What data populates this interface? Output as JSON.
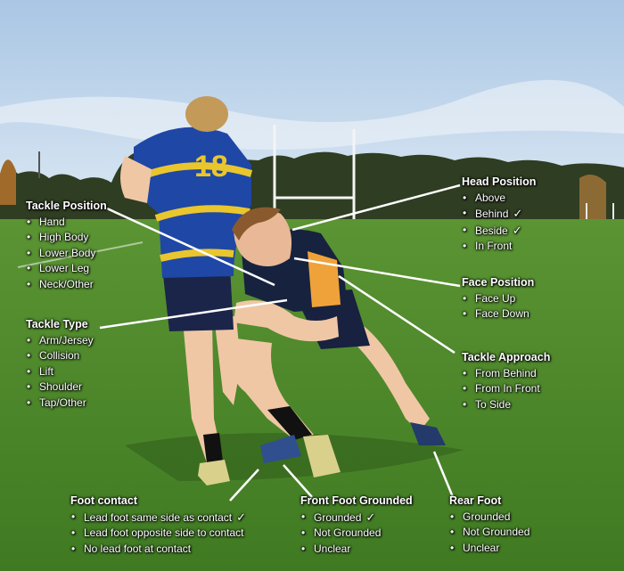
{
  "colors": {
    "sky": "#c7dbee",
    "grass": "#4f8a2c",
    "jersey_blue": "#1f47a6",
    "jersey_gold": "#e9c62d",
    "navy": "#17223f",
    "orange": "#f0a23a",
    "label_text": "#ffffff"
  },
  "tackle_position": {
    "heading": "Tackle Position",
    "items": [
      {
        "text": "Hand"
      },
      {
        "text": "High Body"
      },
      {
        "text": "Lower Body"
      },
      {
        "text": "Lower Leg"
      },
      {
        "text": "Neck/Other"
      }
    ]
  },
  "tackle_type": {
    "heading": "Tackle Type",
    "items": [
      {
        "text": "Arm/Jersey"
      },
      {
        "text": "Collision"
      },
      {
        "text": "Lift"
      },
      {
        "text": "Shoulder"
      },
      {
        "text": "Tap/Other"
      }
    ]
  },
  "head_position": {
    "heading": "Head Position",
    "items": [
      {
        "text": "Above"
      },
      {
        "text": "Behind",
        "mark": "✓"
      },
      {
        "text": "Beside",
        "mark": "✓"
      },
      {
        "text": "In Front"
      }
    ]
  },
  "face_position": {
    "heading": "Face Position",
    "items": [
      {
        "text": "Face Up"
      },
      {
        "text": "Face Down"
      }
    ]
  },
  "tackle_approach": {
    "heading": "Tackle Approach",
    "items": [
      {
        "text": "From  Behind"
      },
      {
        "text": "From  In Front"
      },
      {
        "text": "To Side"
      }
    ]
  },
  "foot_contact": {
    "heading": "Foot contact",
    "items": [
      {
        "text": "Lead foot  same side as contact",
        "mark": "✓"
      },
      {
        "text": "Lead foot  opposite side to  contact"
      },
      {
        "text": "No lead foot at contact"
      }
    ]
  },
  "front_foot": {
    "heading": "Front Foot Grounded",
    "items": [
      {
        "text": "Grounded",
        "mark": "✓"
      },
      {
        "text": "Not Grounded"
      },
      {
        "text": "Unclear"
      }
    ]
  },
  "rear_foot": {
    "heading": "Rear Foot",
    "items": [
      {
        "text": "Grounded"
      },
      {
        "text": "Not Grounded"
      },
      {
        "text": "Unclear"
      }
    ]
  },
  "jersey_number": "18"
}
